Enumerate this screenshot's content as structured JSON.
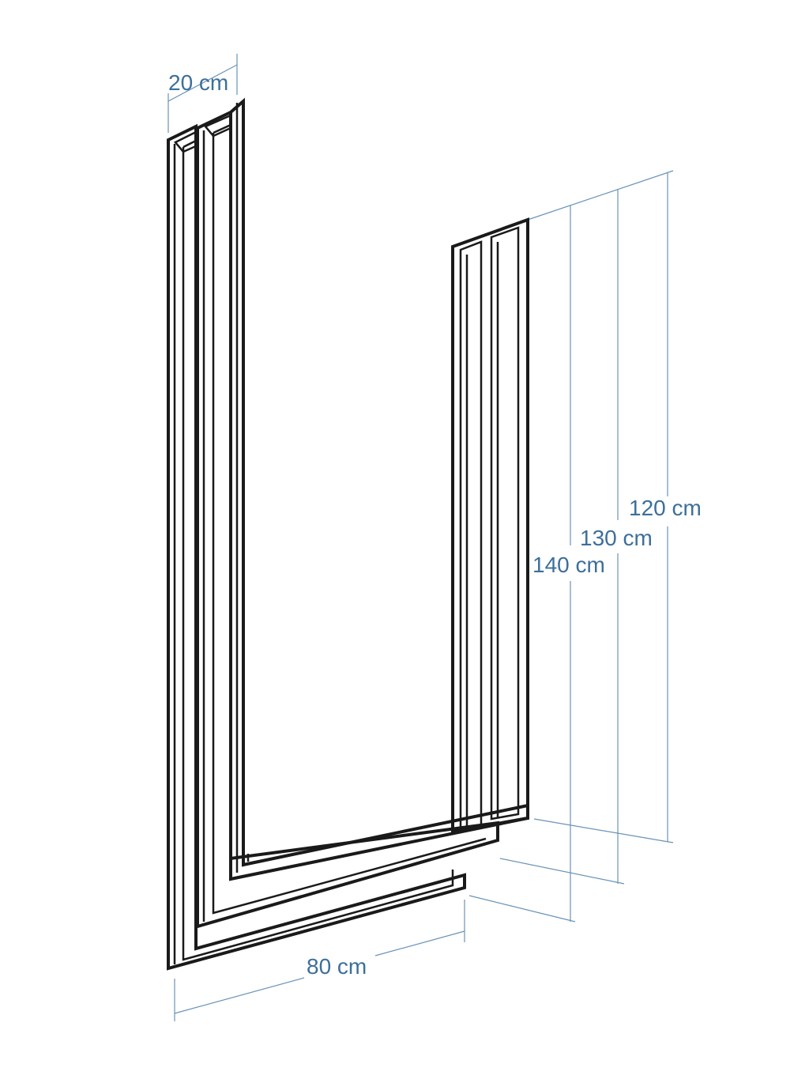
{
  "dimensions": {
    "depth_label": "20 cm",
    "width_label": "80 cm",
    "height_short_label": "120 cm",
    "height_mid_label": "130 cm",
    "height_tall_label": "140 cm"
  },
  "colors": {
    "dimension_text": "#3d6f9a",
    "dimension_line": "#6a93b8",
    "frame_stroke": "#1a1a1a",
    "background": "#ffffff"
  }
}
